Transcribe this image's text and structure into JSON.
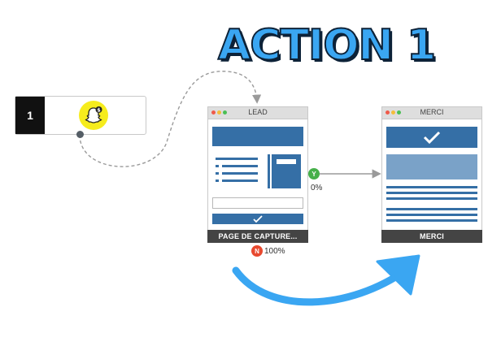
{
  "title": "ACTION 1",
  "trigger": {
    "number": "1",
    "icon": "snapchat-ghost-icon",
    "color": "#f6ec1d"
  },
  "lead_page": {
    "window_title": "LEAD",
    "footer_label": "PAGE DE CAPTURE..."
  },
  "merci_page": {
    "window_title": "MERCI",
    "footer_label": "MERCI"
  },
  "yes_branch": {
    "badge": "Y",
    "percent": "0%"
  },
  "no_branch": {
    "badge": "N",
    "percent": "100%"
  },
  "colors": {
    "accent": "#3aa6f2",
    "block": "#356fa6",
    "yes": "#46b04a",
    "no": "#e8492f"
  }
}
